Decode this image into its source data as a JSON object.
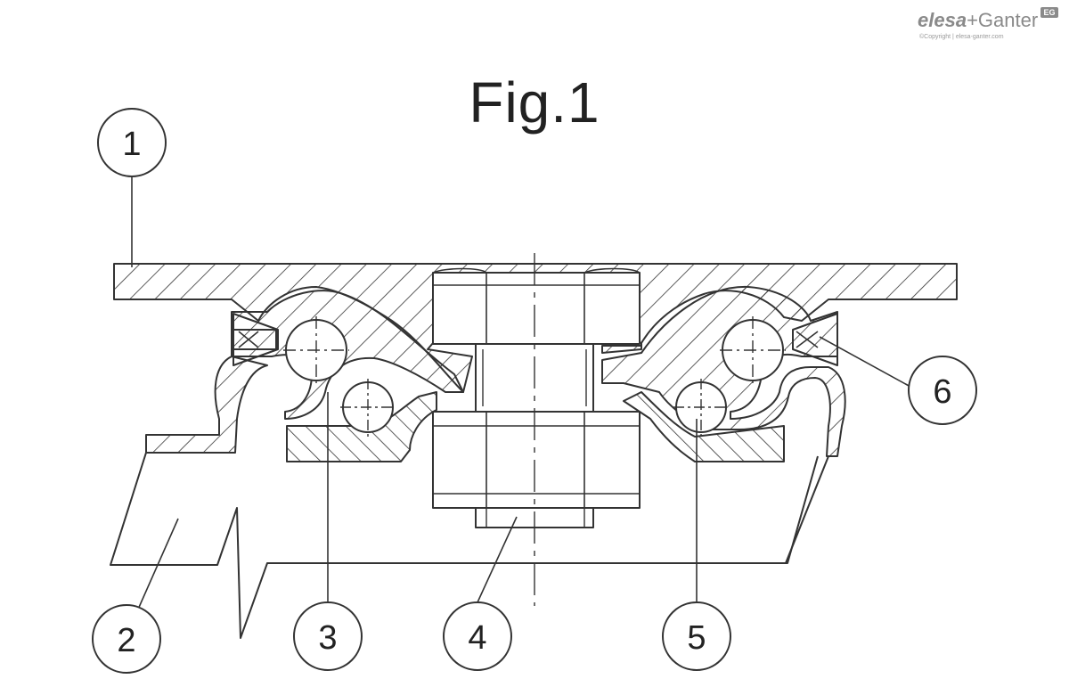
{
  "figure": {
    "title": "Fig.1"
  },
  "logo": {
    "brand_main": "elesa",
    "brand_plus": "+Ganter",
    "badge": "EG",
    "copyright": "©Copyright | elesa-ganter.com"
  },
  "callouts": [
    {
      "label": "1"
    },
    {
      "label": "2"
    },
    {
      "label": "3"
    },
    {
      "label": "4"
    },
    {
      "label": "5"
    },
    {
      "label": "6"
    }
  ]
}
